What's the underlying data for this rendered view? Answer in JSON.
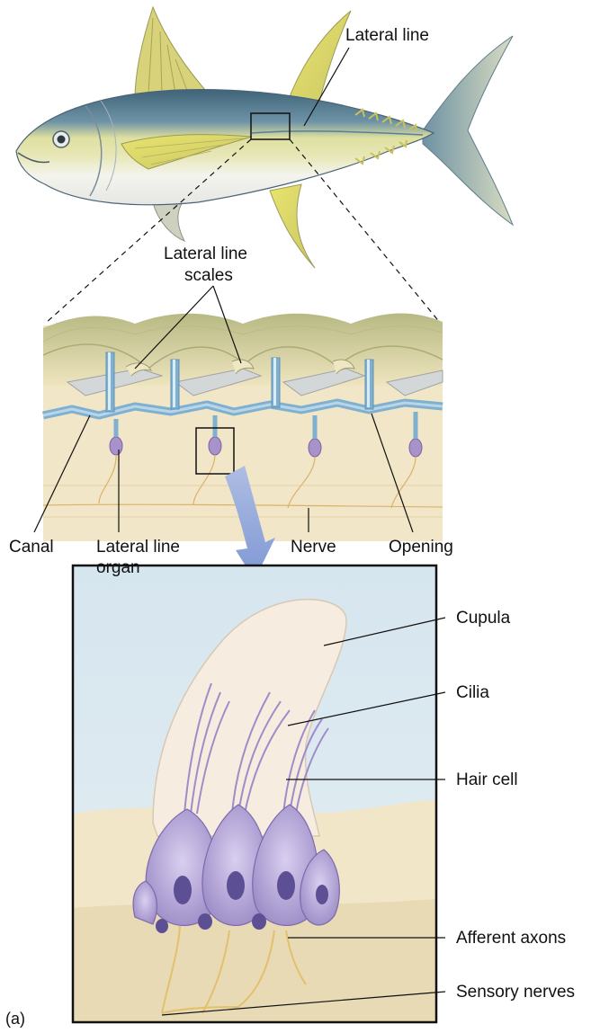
{
  "labels": {
    "lateral_line": "Lateral line",
    "lateral_line_scales_1": "Lateral line",
    "lateral_line_scales_2": "scales",
    "canal": "Canal",
    "lateral_line_organ_1": "Lateral line",
    "lateral_line_organ_2": "organ",
    "nerve": "Nerve",
    "opening": "Opening",
    "cupula": "Cupula",
    "cilia": "Cilia",
    "hair_cell": "Hair cell",
    "afferent_axons": "Afferent axons",
    "sensory_nerves": "Sensory nerves",
    "panel_letter": "(a)"
  },
  "colors": {
    "fish_back": "#4a6f86",
    "fish_side": "#d9dc8a",
    "fish_belly": "#f3f3ee",
    "fin_yellow": "#e8e26a",
    "canal_blue": "#7fb0cf",
    "tissue": "#f1e6c7",
    "scale_green": "#c9c98e",
    "cupula": "#f6ecdf",
    "hair_cell": "#b6a6d6",
    "nucleus": "#5d4f93",
    "water": "#dbe8ef",
    "nerve": "#e7c879"
  },
  "icons": [
    "fish-illustration",
    "zoom-arrow-icon"
  ]
}
